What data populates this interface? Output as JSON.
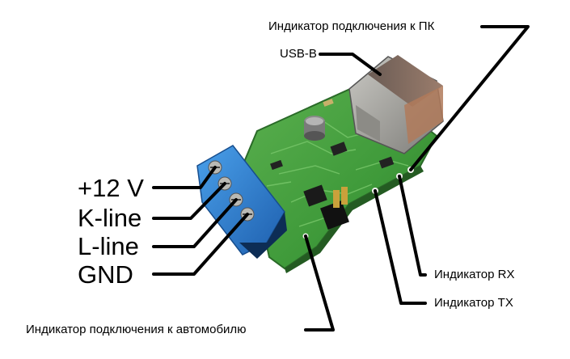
{
  "image": {
    "description_free": true
  },
  "labels": {
    "pc_indicator": "Индикатор подключения к ПК",
    "usb_b": "USB-B",
    "power": "+12 V",
    "kline": "K-line",
    "lline": "L-line",
    "gnd": "GND",
    "rx_indicator": "Индикатор RX",
    "tx_indicator": "Индикатор TX",
    "car_indicator": "Индикатор подключения к автомобилю"
  },
  "colors": {
    "pcb": "#3f9a3a",
    "terminal_block": "#2d7fd0",
    "usb_housing": "#9a9a96",
    "leader_line": "#000000"
  }
}
